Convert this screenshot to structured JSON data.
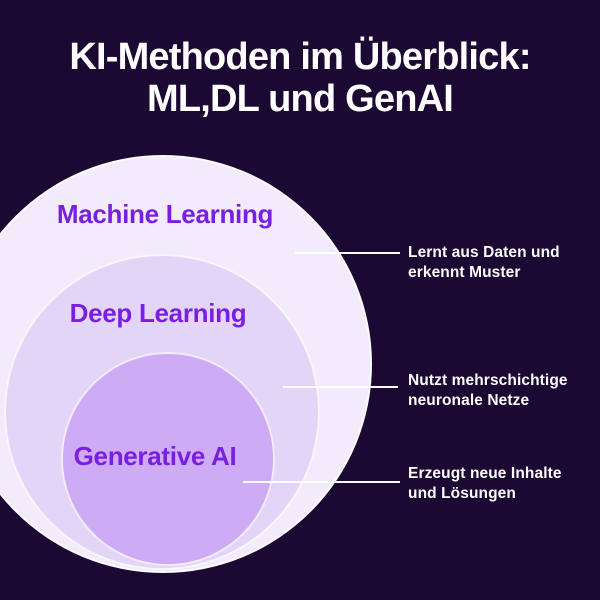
{
  "title": {
    "line1": "KI-Methoden im Überblick:",
    "line2": "ML,DL und GenAI"
  },
  "diagram": {
    "type": "nested-circles",
    "circles": [
      {
        "id": "machine-learning",
        "label": "Machine Learning"
      },
      {
        "id": "deep-learning",
        "label": "Deep Learning"
      },
      {
        "id": "generative-ai",
        "label": "Generative AI"
      }
    ],
    "annotations": [
      {
        "target": "Machine Learning",
        "line1": "Lernt aus Daten und",
        "line2": "erkennt Muster"
      },
      {
        "target": "Deep Learning",
        "line1": "Nutzt mehrschichtige",
        "line2": "neuronale Netze"
      },
      {
        "target": "Generative AI",
        "line1": "Erzeugt neue Inhalte",
        "line2": "und Lösungen"
      }
    ]
  },
  "colors": {
    "background": "#1b0833",
    "circle_outer": "#f1ebfb",
    "circle_middle": "#e3d5f8",
    "circle_inner": "#cdabf5",
    "circle_stroke": "#ffffff",
    "label_text": "#7a1fe2",
    "title_text": "#ffffff",
    "annotation_text": "#ffffff",
    "connector_line": "#ffffff"
  }
}
